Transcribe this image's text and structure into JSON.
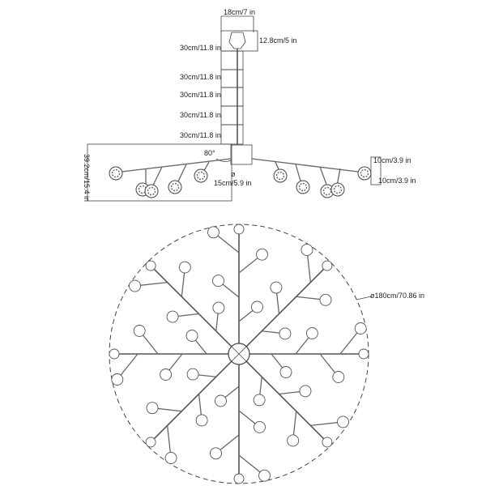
{
  "side_view": {
    "canopy_width_label": "18cm/7 in",
    "canopy_height_label": "12.8cm/5 in",
    "rod_segment_labels": [
      "30cm/11.8 in",
      "30cm/11.8 in",
      "30cm/11.8 in",
      "30cm/11.8 in",
      "30cm/11.8 in"
    ],
    "body_height_label": "39.2cm/15.4 in",
    "angle_label": "80°",
    "diameter_symbol": "ø",
    "hub_width_label": "15cm/5.9 in",
    "shade_height_label": "10cm/3.9 in",
    "shade_width_label": "10cm/3.9 in"
  },
  "top_view": {
    "overall_diameter_label": "ø180cm/70.86 in",
    "arm_count": 8,
    "bulbs_per_arm": 5
  }
}
